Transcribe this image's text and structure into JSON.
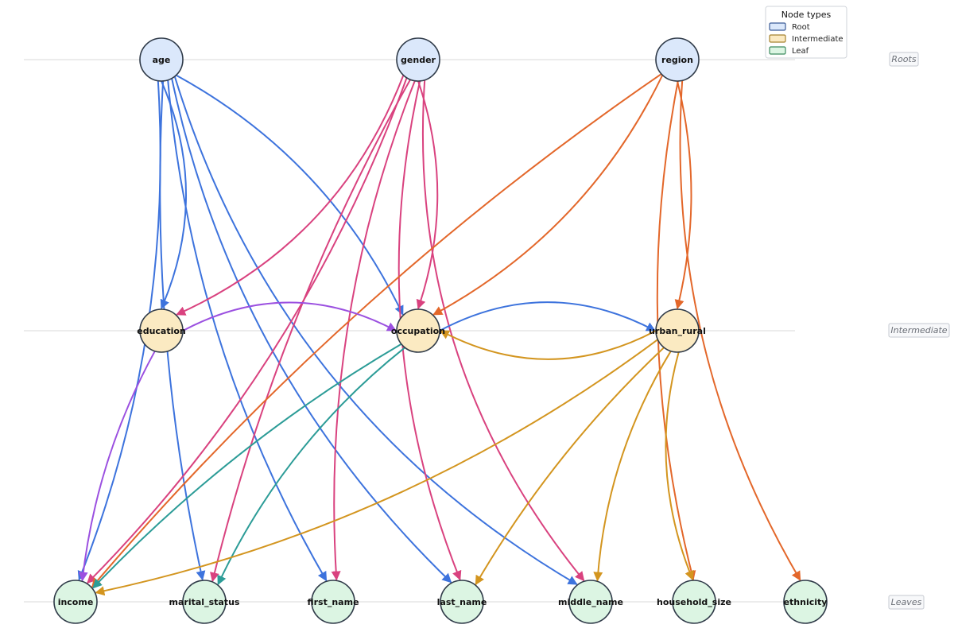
{
  "colors": {
    "root_fill": "#dbe8fb",
    "intermediate_fill": "#fbeac2",
    "leaf_fill": "#dcf5e3",
    "root_stroke": "#3b5b96",
    "intermediate_stroke": "#a5822f",
    "leaf_stroke": "#3d8c5f",
    "age_edge": "#3d73dd",
    "gender_edge": "#d9427f",
    "region_edge": "#e3672a",
    "education_edge": "#9b50e0",
    "occupation_edge": "#2c9c97",
    "urban_rural_edge": "#d3951f",
    "occupation_to_urban": "#3d73dd"
  },
  "tiers": [
    {
      "id": "roots",
      "label": "Roots"
    },
    {
      "id": "intermediate",
      "label": "Intermediate"
    },
    {
      "id": "leaves",
      "label": "Leaves"
    }
  ],
  "legend": {
    "title": "Node types",
    "items": [
      {
        "type": "root",
        "label": "Root"
      },
      {
        "type": "intermediate",
        "label": "Intermediate"
      },
      {
        "type": "leaf",
        "label": "Leaf"
      }
    ]
  },
  "nodes": [
    {
      "id": "age",
      "label": "age",
      "type": "root"
    },
    {
      "id": "gender",
      "label": "gender",
      "type": "root"
    },
    {
      "id": "region",
      "label": "region",
      "type": "root"
    },
    {
      "id": "education",
      "label": "education",
      "type": "intermediate"
    },
    {
      "id": "occupation",
      "label": "occupation",
      "type": "intermediate"
    },
    {
      "id": "urban_rural",
      "label": "urban_rural",
      "type": "intermediate"
    },
    {
      "id": "income",
      "label": "income",
      "type": "leaf"
    },
    {
      "id": "marital_status",
      "label": "marital_status",
      "type": "leaf"
    },
    {
      "id": "first_name",
      "label": "first_name",
      "type": "leaf"
    },
    {
      "id": "last_name",
      "label": "last_name",
      "type": "leaf"
    },
    {
      "id": "middle_name",
      "label": "middle_name",
      "type": "leaf"
    },
    {
      "id": "household_size",
      "label": "household_size",
      "type": "leaf"
    },
    {
      "id": "ethnicity",
      "label": "ethnicity",
      "type": "leaf"
    }
  ],
  "edges": [
    {
      "from": "age",
      "to": "education",
      "color": "age_edge"
    },
    {
      "from": "age",
      "to": "occupation",
      "color": "age_edge"
    },
    {
      "from": "age",
      "to": "income",
      "color": "age_edge"
    },
    {
      "from": "age",
      "to": "marital_status",
      "color": "age_edge"
    },
    {
      "from": "age",
      "to": "first_name",
      "color": "age_edge"
    },
    {
      "from": "age",
      "to": "last_name",
      "color": "age_edge"
    },
    {
      "from": "age",
      "to": "middle_name",
      "color": "age_edge"
    },
    {
      "from": "gender",
      "to": "education",
      "color": "gender_edge"
    },
    {
      "from": "gender",
      "to": "occupation",
      "color": "gender_edge"
    },
    {
      "from": "gender",
      "to": "income",
      "color": "gender_edge"
    },
    {
      "from": "gender",
      "to": "marital_status",
      "color": "gender_edge"
    },
    {
      "from": "gender",
      "to": "first_name",
      "color": "gender_edge"
    },
    {
      "from": "gender",
      "to": "last_name",
      "color": "gender_edge"
    },
    {
      "from": "gender",
      "to": "middle_name",
      "color": "gender_edge"
    },
    {
      "from": "region",
      "to": "occupation",
      "color": "region_edge"
    },
    {
      "from": "region",
      "to": "urban_rural",
      "color": "region_edge"
    },
    {
      "from": "region",
      "to": "income",
      "color": "region_edge"
    },
    {
      "from": "region",
      "to": "household_size",
      "color": "region_edge"
    },
    {
      "from": "region",
      "to": "ethnicity",
      "color": "region_edge"
    },
    {
      "from": "education",
      "to": "occupation",
      "color": "education_edge"
    },
    {
      "from": "education",
      "to": "income",
      "color": "education_edge"
    },
    {
      "from": "occupation",
      "to": "urban_rural",
      "color": "occupation_to_urban"
    },
    {
      "from": "occupation",
      "to": "income",
      "color": "occupation_edge"
    },
    {
      "from": "occupation",
      "to": "marital_status",
      "color": "occupation_edge"
    },
    {
      "from": "urban_rural",
      "to": "occupation",
      "color": "urban_rural_edge"
    },
    {
      "from": "urban_rural",
      "to": "income",
      "color": "urban_rural_edge"
    },
    {
      "from": "urban_rural",
      "to": "last_name",
      "color": "urban_rural_edge"
    },
    {
      "from": "urban_rural",
      "to": "middle_name",
      "color": "urban_rural_edge"
    },
    {
      "from": "urban_rural",
      "to": "household_size",
      "color": "urban_rural_edge"
    }
  ]
}
